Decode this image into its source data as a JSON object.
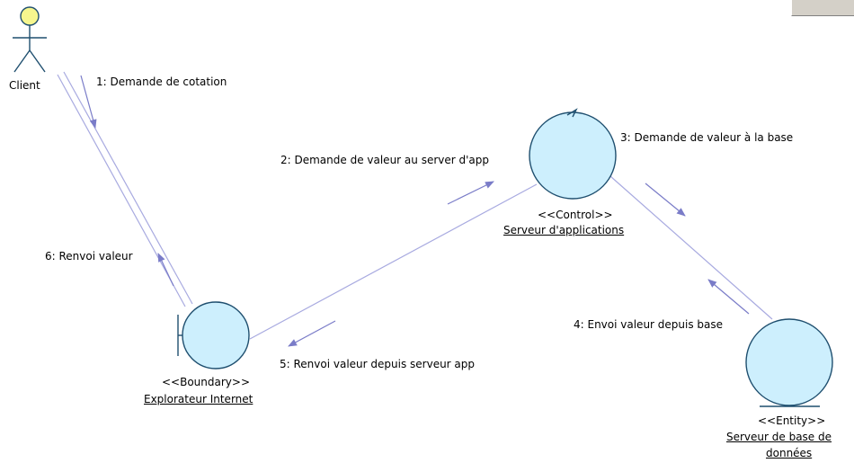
{
  "actor": {
    "label": "Client"
  },
  "objects": {
    "boundary": {
      "stereotype": "<<Boundary>>",
      "name": "Explorateur Internet"
    },
    "control": {
      "stereotype": "<<Control>>",
      "name": "Serveur d'applications"
    },
    "entity": {
      "stereotype": "<<Entity>>",
      "name_line1": "Serveur de base de",
      "name_line2": "données"
    }
  },
  "messages": {
    "m1": "1: Demande de cotation",
    "m2": "2: Demande de valeur au server d'app",
    "m3": "3: Demande de valeur à la base",
    "m4": "4: Envoi valeur depuis base",
    "m5": "5: Renvoi valeur depuis serveur app",
    "m6": "6: Renvoi valeur"
  },
  "colors": {
    "object_fill": "#cdeffd",
    "object_stroke": "#1f4f6f",
    "link": "#a8aae0",
    "arrow": "#7a7cc8"
  }
}
